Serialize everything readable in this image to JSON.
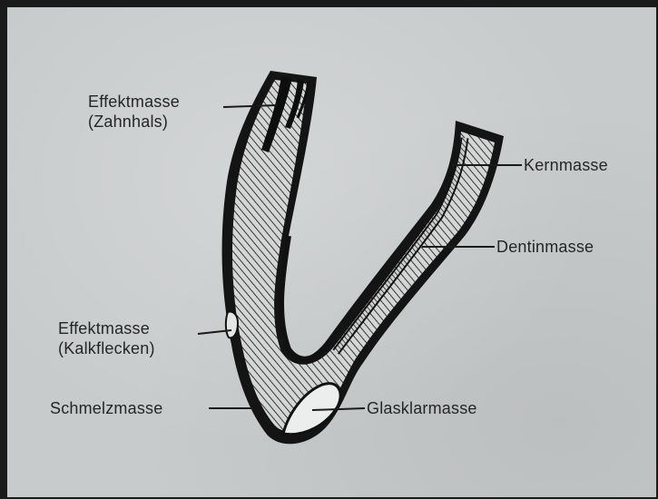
{
  "labels": {
    "effektmasse_zahnhals": [
      "Effektmasse",
      "(Zahnhals)"
    ],
    "effektmasse_kalkflecken": [
      "Effektmasse",
      "(Kalkflecken)"
    ],
    "schmelzmasse": "Schmelzmasse",
    "kernmasse": "Kernmasse",
    "dentinmasse": "Dentinmasse",
    "glasklarmasse": "Glasklarmasse"
  },
  "colors": {
    "paper": "#c8cbcc",
    "ink": "#111111",
    "text": "#262626"
  }
}
